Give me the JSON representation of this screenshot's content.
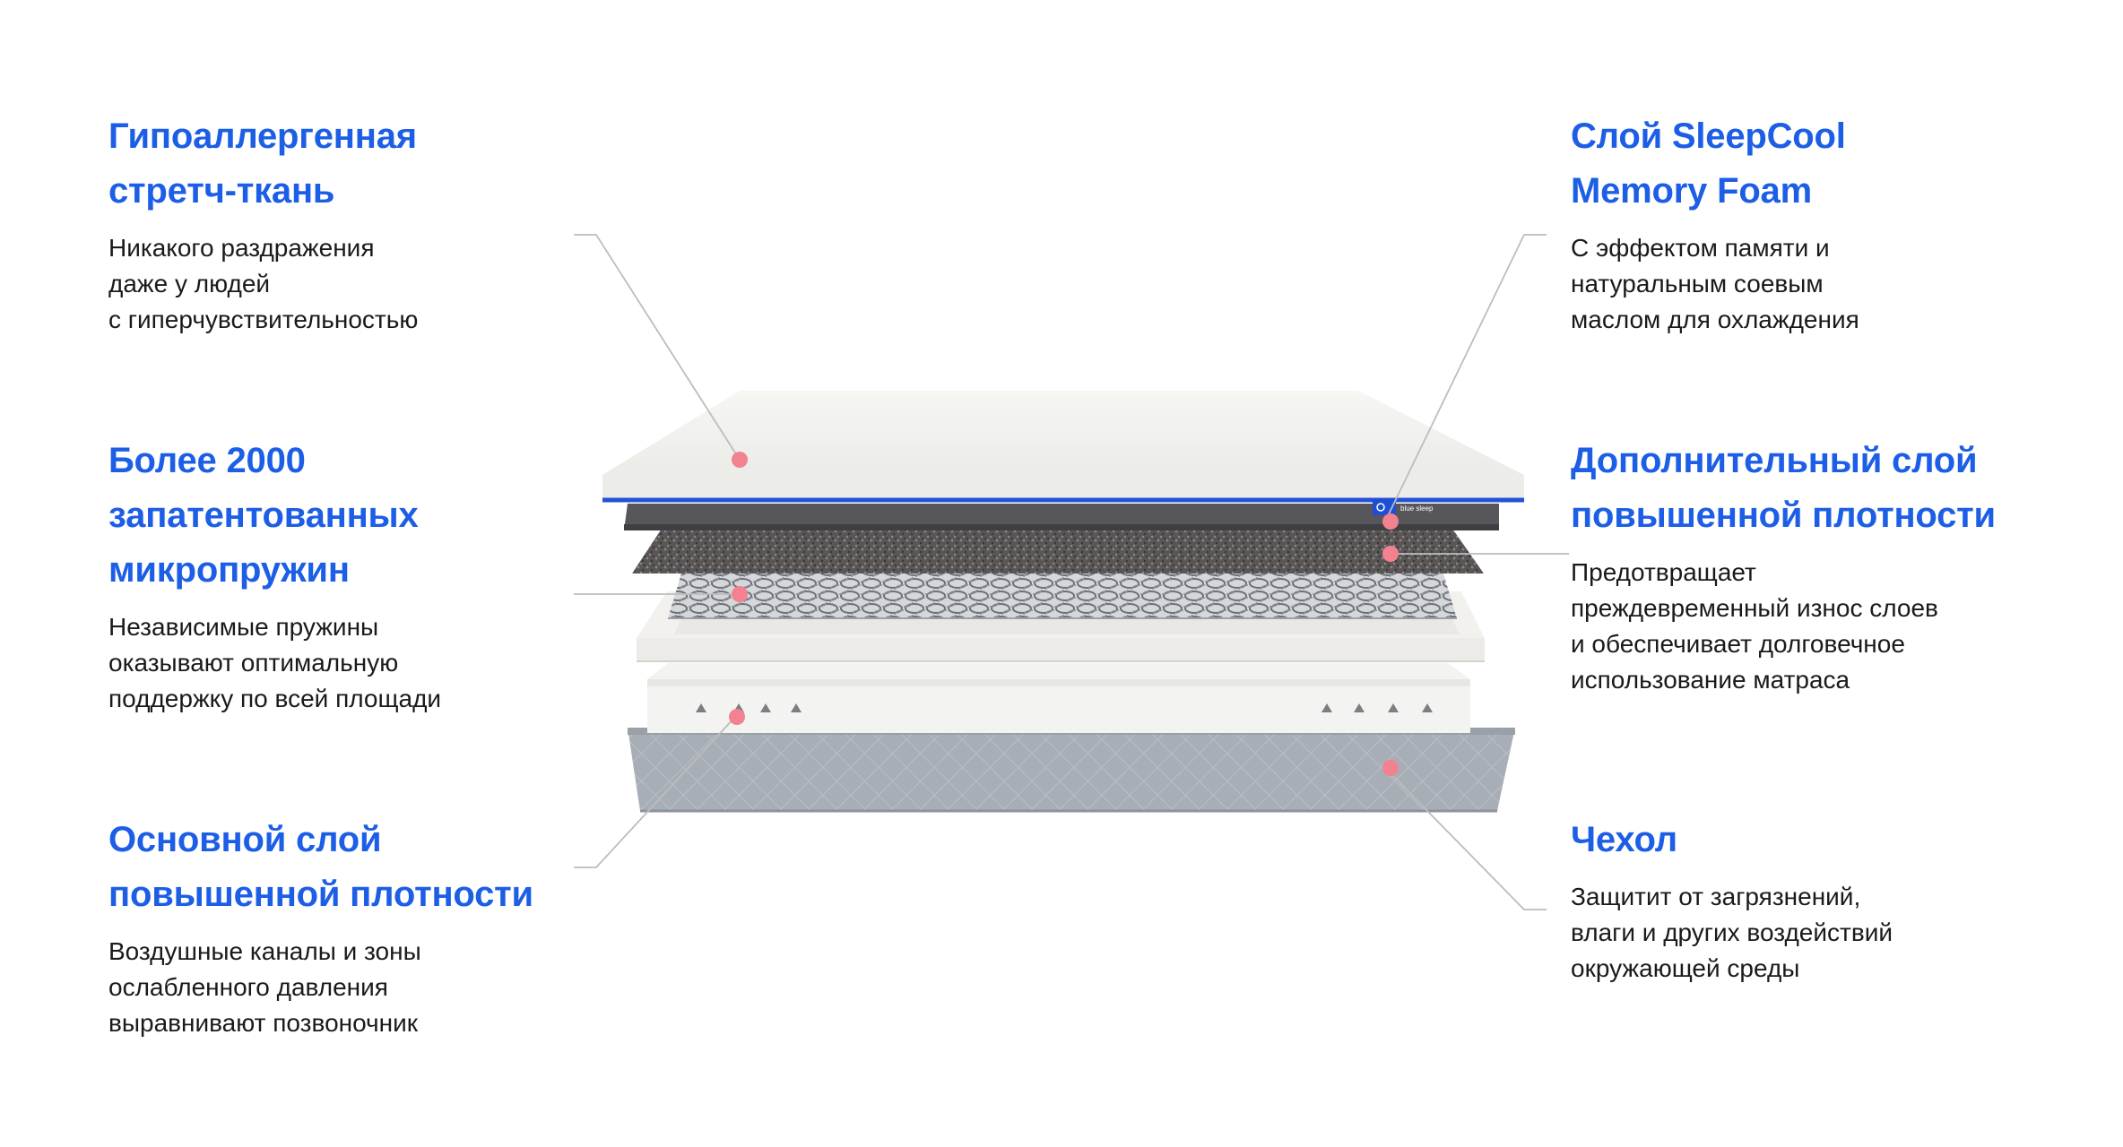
{
  "left": [
    {
      "title": [
        "Гипоаллергенная",
        "стретч-ткань"
      ],
      "text": [
        "Никакого раздражения",
        "даже у людей",
        "с гиперчувствительностью"
      ]
    },
    {
      "title": [
        "Более 2000",
        "запатентованных",
        "микропружин"
      ],
      "text": [
        "Независимые пружины",
        "оказывают оптимальную",
        "поддержку по всей площади"
      ]
    },
    {
      "title": [
        "Основной слой",
        "повышенной плотности"
      ],
      "text": [
        "Воздушные каналы и зоны",
        "ослабленного давления",
        "выравнивают позвоночник"
      ]
    }
  ],
  "right": [
    {
      "title": [
        "Слой SleepCool",
        "Memory Foam"
      ],
      "text": [
        "С эффектом памяти и",
        "натуральным соевым",
        "маслом для охлаждения"
      ]
    },
    {
      "title": [
        "Дополнительный слой",
        "повышенной плотности"
      ],
      "text": [
        "Предотвращает",
        "преждевременный износ слоев",
        "и обеспечивает  долговечное",
        "использование матраса"
      ]
    },
    {
      "title": [
        "Чехол"
      ],
      "text": [
        "Защитит от загрязнений,",
        "влаги и других воздействий",
        "окружающей среды"
      ]
    }
  ],
  "colors": {
    "heading": "#1d5ee6",
    "body_text": "#1a1a1a",
    "marker": "#f2828f",
    "leader_line": "#bdbdbd",
    "cover": "#a9afb7",
    "foam": "#f1f1ee",
    "accent_edge": "#2451d6"
  },
  "icons": {
    "marker": "pink-dot-marker",
    "brand_logo": "blue-sleep-logo"
  }
}
